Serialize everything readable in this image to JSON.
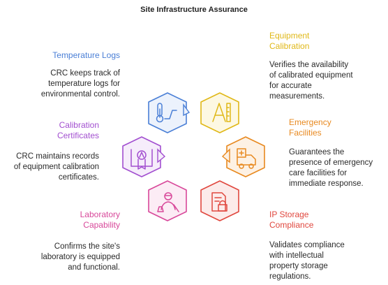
{
  "title": "Site Infrastructure Assurance",
  "colors": {
    "blue": "#4a7fd6",
    "yellow": "#e0b817",
    "orange": "#e8891f",
    "red": "#e0473e",
    "pink": "#d8489a",
    "purple": "#a24fd0"
  },
  "items": {
    "temperature_logs": {
      "heading": "Temperature Logs",
      "desc": [
        "CRC keeps track of",
        "temperature logs for",
        "environmental control."
      ],
      "icon": "thermometer-icon"
    },
    "calibration_certificates": {
      "heading": [
        "Calibration",
        "Certificates"
      ],
      "desc": [
        "CRC maintains records",
        "of equipment calibration",
        "certificates."
      ],
      "icon": "certificate-icon"
    },
    "laboratory_capability": {
      "heading": [
        "Laboratory",
        "Capability"
      ],
      "desc": [
        "Confirms the site's",
        "laboratory is equipped",
        "and functional."
      ],
      "icon": "scientist-icon"
    },
    "equipment_calibration": {
      "heading": [
        "Equipment",
        "Calibration"
      ],
      "desc": [
        "Verifies the availability",
        "of calibrated equipment",
        "for accurate",
        "measurements."
      ],
      "icon": "calipers-icon"
    },
    "emergency_facilities": {
      "heading": [
        "Emergency",
        "Facilities"
      ],
      "desc": [
        "Guarantees the",
        "presence of emergency",
        "care facilities for",
        "immediate response."
      ],
      "icon": "ambulance-icon"
    },
    "ip_storage_compliance": {
      "heading": [
        "IP Storage",
        "Compliance"
      ],
      "desc": [
        "Validates compliance",
        "with intellectual",
        "property storage",
        "regulations."
      ],
      "icon": "secure-document-icon"
    }
  }
}
